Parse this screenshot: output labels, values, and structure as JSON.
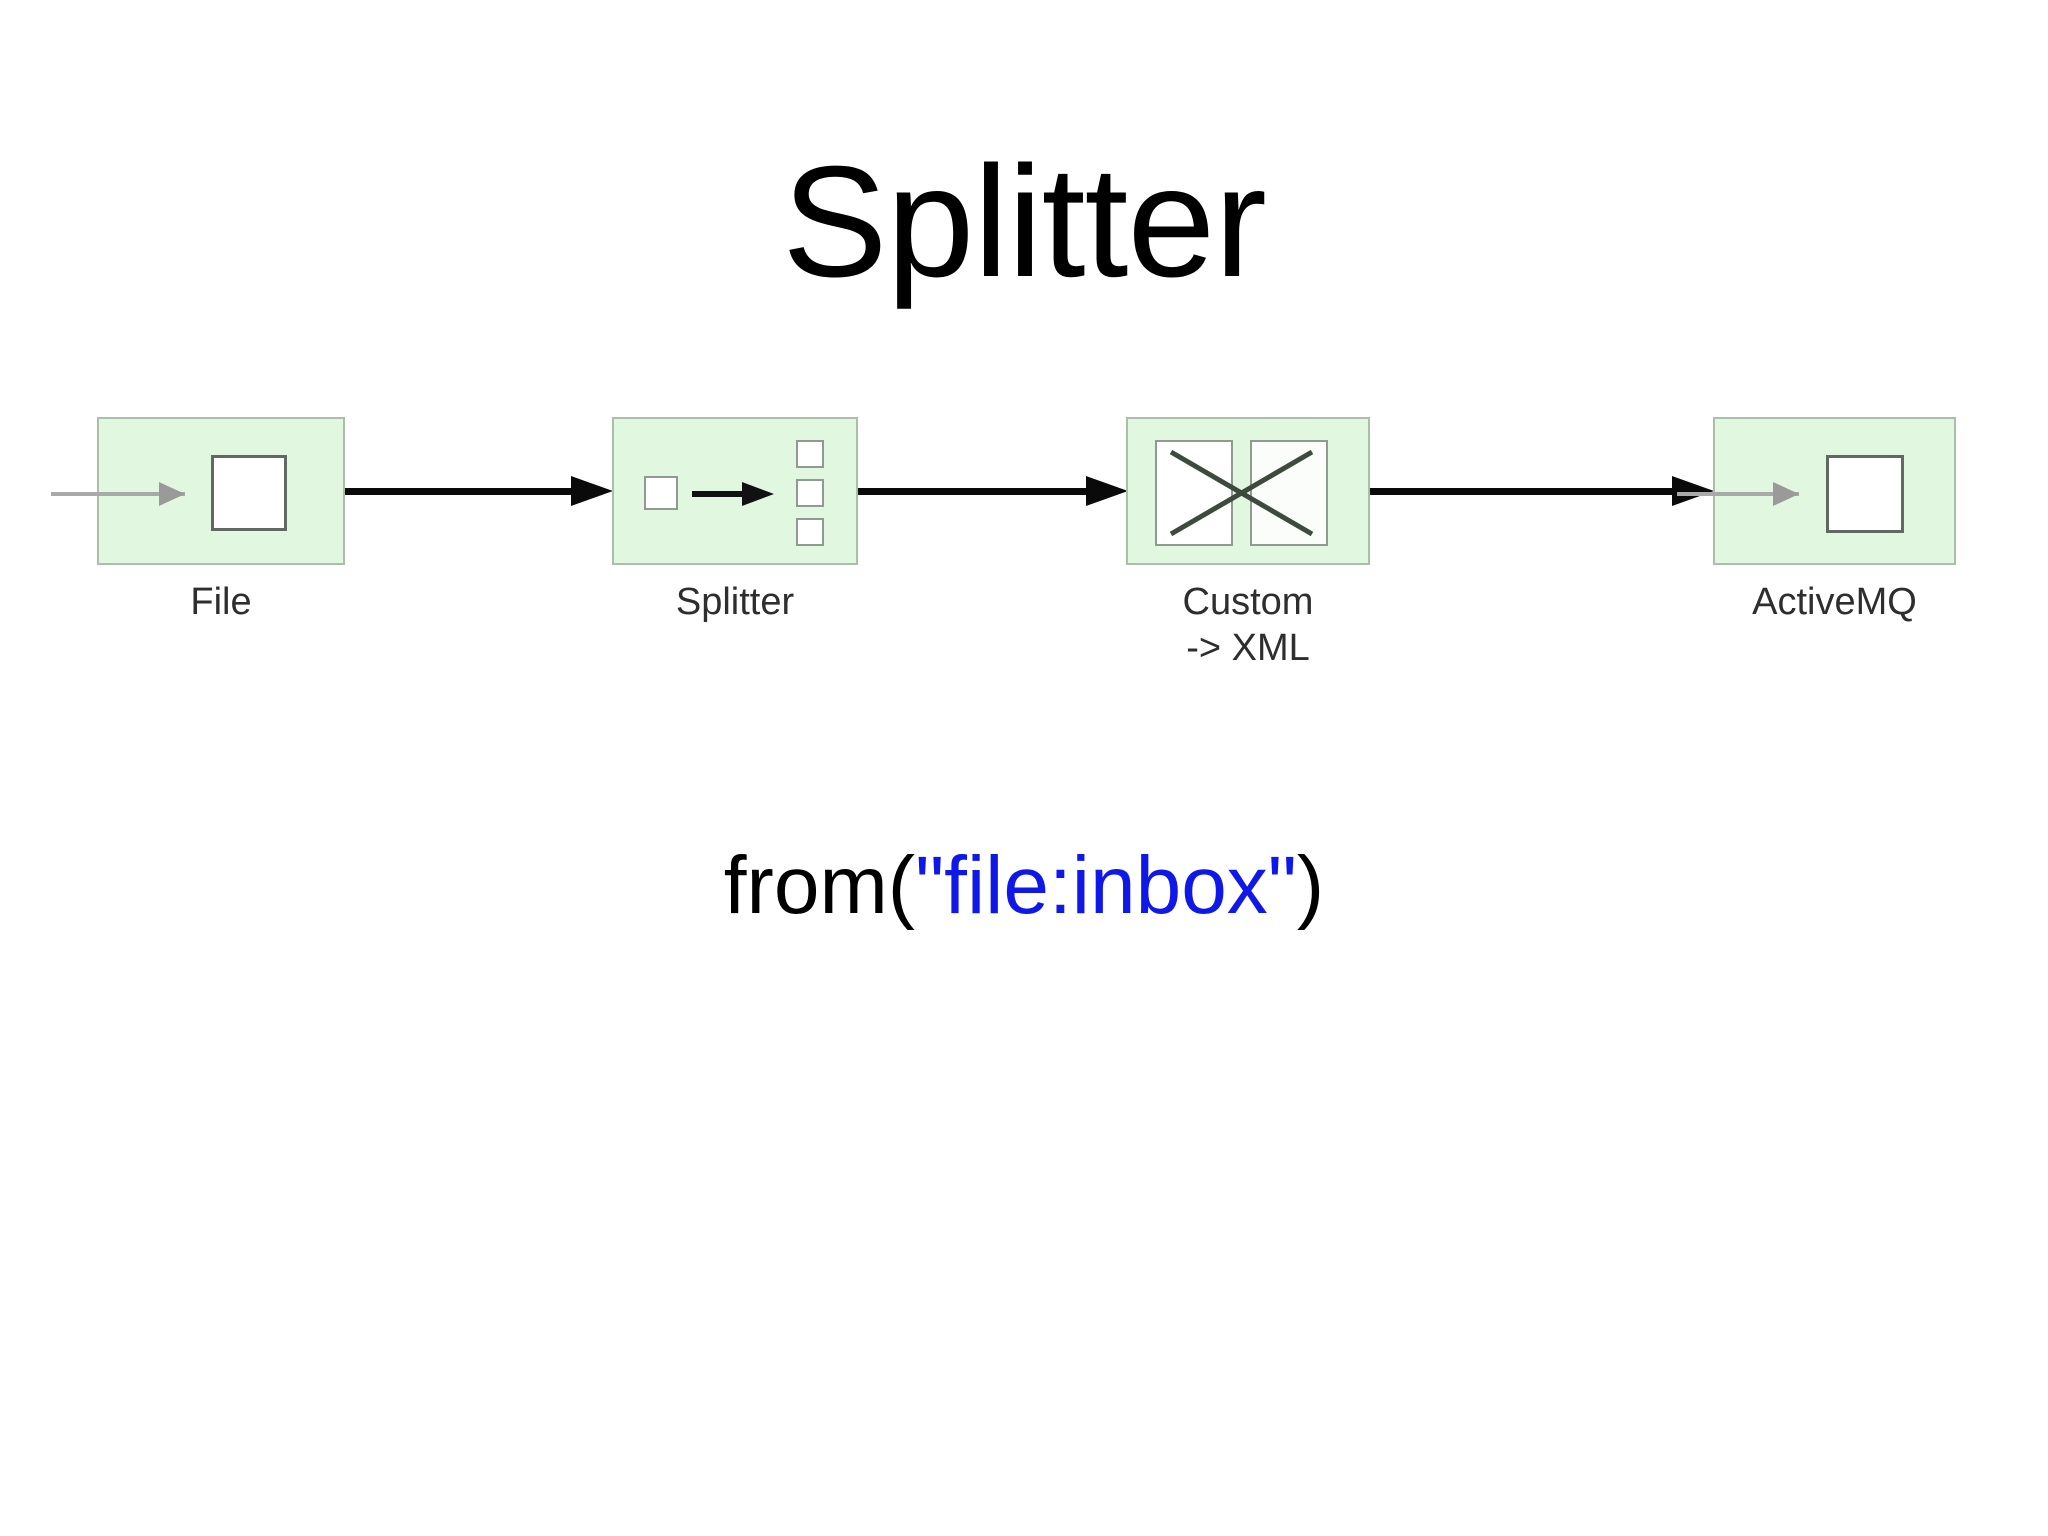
{
  "slide": {
    "title": "Splitter",
    "background": "#ffffff"
  },
  "colors": {
    "node_fill": "#e1f7df",
    "node_border": "#a9bfa7",
    "connector": "#0a0a0a",
    "inner_glyph_border": "#606a60",
    "pale_arrow": "#9a9a98",
    "code_text": "#000000",
    "code_string": "#1018e8",
    "title_text": "#000000",
    "label_text": "#2e2e2e"
  },
  "diagram": {
    "type": "enterprise-integration-pattern-route",
    "nodes": [
      {
        "id": "file",
        "label": "File",
        "icon": "file-endpoint-icon"
      },
      {
        "id": "splitter",
        "label": "Splitter",
        "icon": "splitter-icon"
      },
      {
        "id": "custom",
        "label": "Custom\n-> XML",
        "icon": "message-translator-icon"
      },
      {
        "id": "activemq",
        "label": "ActiveMQ",
        "icon": "queue-endpoint-icon"
      }
    ],
    "connectors": [
      {
        "from": "file",
        "to": "splitter"
      },
      {
        "from": "splitter",
        "to": "custom"
      },
      {
        "from": "custom",
        "to": "activemq"
      }
    ]
  },
  "code": {
    "prefix": "from(",
    "string": "\"file:inbox\"",
    "suffix": ")"
  }
}
